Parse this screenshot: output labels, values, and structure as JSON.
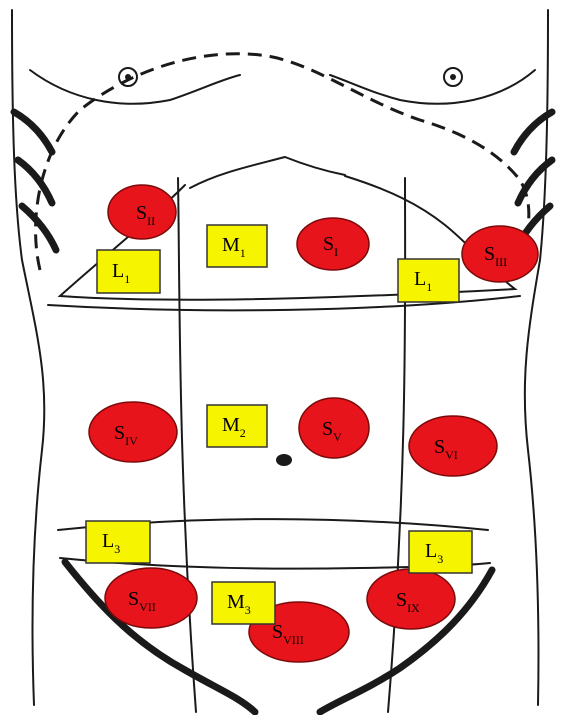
{
  "colors": {
    "outline": "#1a1a1a",
    "mark_fill": "#e8141c",
    "mark_stroke": "#7a0a0a",
    "box_fill": "#f7f400",
    "box_stroke": "#333333",
    "text": "#000000"
  },
  "marks": {
    "s1": {
      "base": "S",
      "sub": "I"
    },
    "s2": {
      "base": "S",
      "sub": "II"
    },
    "s3": {
      "base": "S",
      "sub": "III"
    },
    "s4": {
      "base": "S",
      "sub": "IV"
    },
    "s5": {
      "base": "S",
      "sub": "V"
    },
    "s6": {
      "base": "S",
      "sub": "VI"
    },
    "s7": {
      "base": "S",
      "sub": "VII"
    },
    "s8": {
      "base": "S",
      "sub": "VIII"
    },
    "s9": {
      "base": "S",
      "sub": "IX"
    }
  },
  "boxes": {
    "m1": {
      "base": "M",
      "sub": "1"
    },
    "m2": {
      "base": "M",
      "sub": "2"
    },
    "m3": {
      "base": "M",
      "sub": "3"
    },
    "l1_left": {
      "base": "L",
      "sub": "1"
    },
    "l1_right": {
      "base": "L",
      "sub": "1"
    },
    "l3_left": {
      "base": "L",
      "sub": "3"
    },
    "l3_right": {
      "base": "L",
      "sub": "3"
    }
  }
}
